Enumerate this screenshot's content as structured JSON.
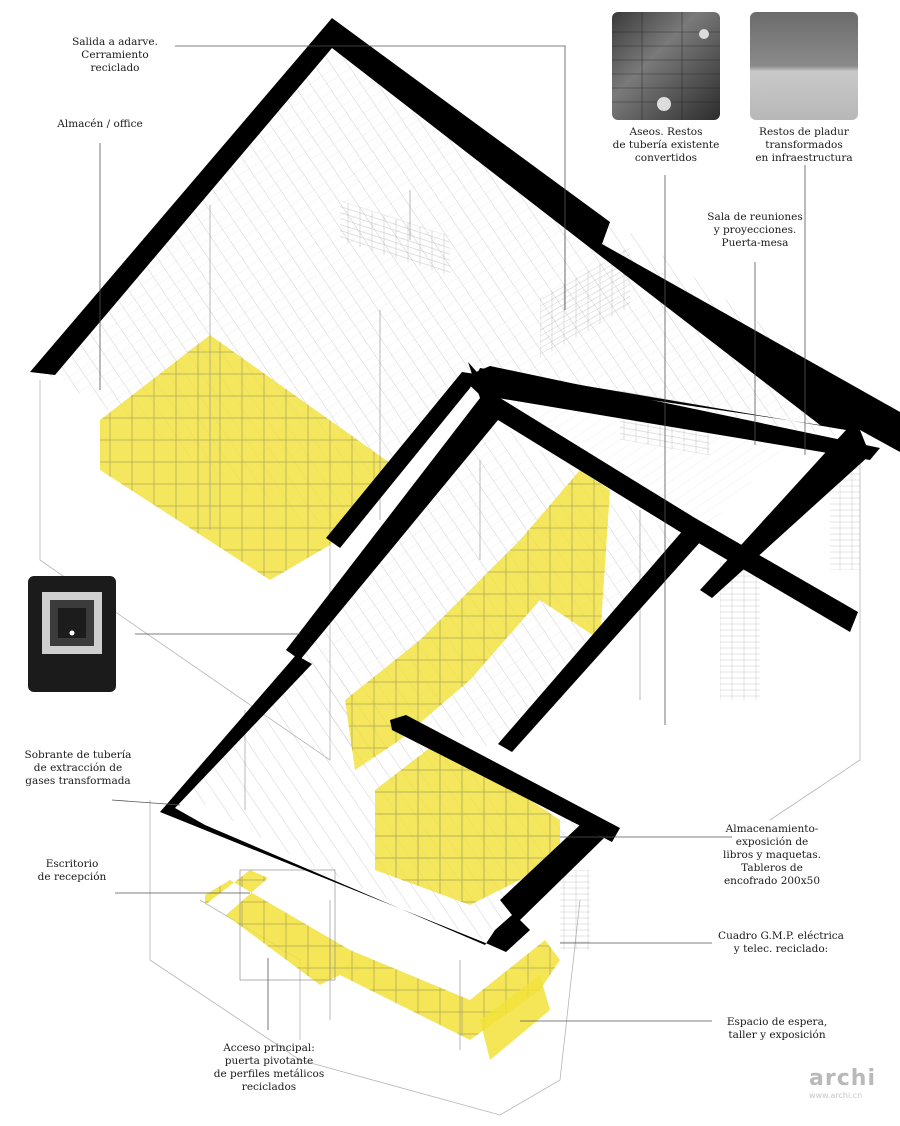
{
  "labels": {
    "salida": "Salida a adarve.\nCerramiento reciclado",
    "almacen": "Almacén / office",
    "aseos": "Aseos. Restos\nde tubería existente\nconvertidos",
    "restos_pladur": "Restos de pladur\ntransformados\nen infraestructura",
    "sala": "Sala de reuniones\ny proyecciones.\nPuerta-mesa",
    "sobrante": "Sobrante de tubería\nde extracción de\ngases transformada",
    "escritorio": "Escritorio\nde recepción",
    "almacenamiento": "Almacenamiento-\nexposición de\nlibros y maquetas.\nTableros de\nencofrado 200x50",
    "cuadro": "Cuadro G.M.P. eléctrica\ny telec. reciclado:",
    "espacio": "Espacio de espera,\ntaller y exposición",
    "acceso": "Acceso principal:\npuerta pivotante\nde perfiles metálicos\nreciclados"
  },
  "watermark": {
    "brand": "archi",
    "sub": "www.archi.cn"
  },
  "colors": {
    "wall": "#000000",
    "shelving": "#f2e23a",
    "line": "#8a8a8a"
  }
}
